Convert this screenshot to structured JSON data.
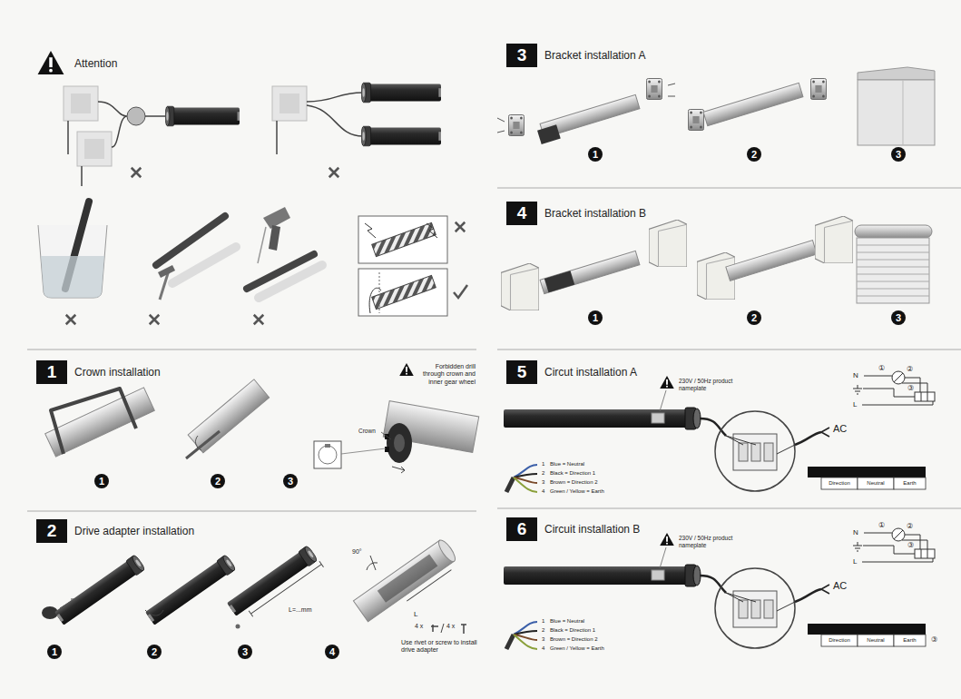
{
  "diagram": {
    "nodes": [
      {
        "text": [
          "1",
          "Crown installation"
        ]
      },
      {
        "text": [
          "2",
          "Drive adapter installation"
        ]
      },
      {
        "text": [
          "3",
          "Bracket installation A"
        ]
      },
      {
        "text": [
          "4",
          "Bracket installation B"
        ]
      },
      {
        "text": [
          "5",
          "Circut installation A"
        ]
      },
      {
        "text": [
          "6",
          "Circuit installation B"
        ]
      }
    ],
    "labels": [
      "Attention",
      "1",
      "2",
      "3",
      "Forbidden drill through crown and inner gear wheel",
      "Crown",
      "1",
      "2",
      "3",
      "4",
      "L=...mm",
      "90°",
      "L",
      "4 x",
      "4 x",
      "Use rivet or screw to install drive adapter",
      "1",
      "2",
      "3",
      "1",
      "2",
      "3",
      "230V / 50Hz product nameplate",
      "AC",
      "N",
      "L",
      "①",
      "②",
      "③",
      "1",
      "Blue = Neutral",
      "2",
      "Black = Direction 1",
      "3",
      "Brown = Direction 2",
      "4",
      "Green / Yellow = Earth",
      "Direction",
      "Neutral",
      "Earth",
      "230V / 50Hz product nameplate",
      "AC",
      "N",
      "L",
      "①",
      "②",
      "③",
      "1",
      "Blue = Neutral",
      "2",
      "Black = Direction 1",
      "3",
      "Brown = Direction 2",
      "4",
      "Green / Yellow = Earth",
      "Direction",
      "Neutral",
      "Earth",
      "③"
    ]
  }
}
